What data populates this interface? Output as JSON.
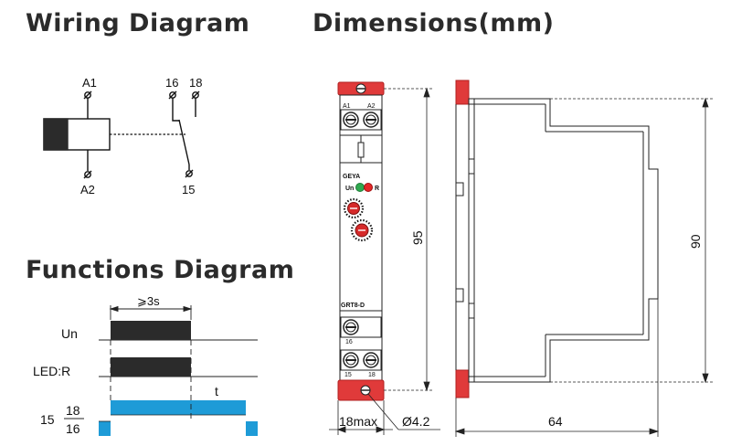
{
  "titles": {
    "wiring": "Wiring Diagram",
    "dimensions": "Dimensions(mm)",
    "functions": "Functions Diagram"
  },
  "wiring": {
    "terminal_a1": "A1",
    "terminal_a2": "A2",
    "terminal_16": "16",
    "terminal_18": "18",
    "terminal_15": "15"
  },
  "device": {
    "top_terminal_a1": "A1",
    "top_terminal_a2": "A2",
    "brand": "GEYA",
    "led_un": "Un",
    "led_r": "R",
    "model": "GRT8-D",
    "bottom_terminal_16": "16",
    "bottom_terminal_15": "15",
    "bottom_terminal_18": "18"
  },
  "dimensions": {
    "height_front": "95",
    "width_front": "18max",
    "hole": "Ø4.2",
    "height_side": "90",
    "depth_side": "64"
  },
  "functions": {
    "interval": "⩾3s",
    "row_un": "Un",
    "row_led": "LED:R",
    "row_contact_prefix": "15",
    "row_contact_top": "18",
    "row_contact_bottom": "16",
    "time_label": "t"
  },
  "colors": {
    "title": "#2b2b2b",
    "relay_bar": "#2b2b2b",
    "contact_bar": "#1e9bd7",
    "din_clip": "#e03a3a",
    "led_green": "#2fa84f",
    "led_red": "#e32727",
    "knob_red": "#d62a2a"
  },
  "icons": {
    "coil": "relay-coil-icon",
    "contact": "changeover-contact-icon",
    "screw": "terminal-screw-icon"
  }
}
